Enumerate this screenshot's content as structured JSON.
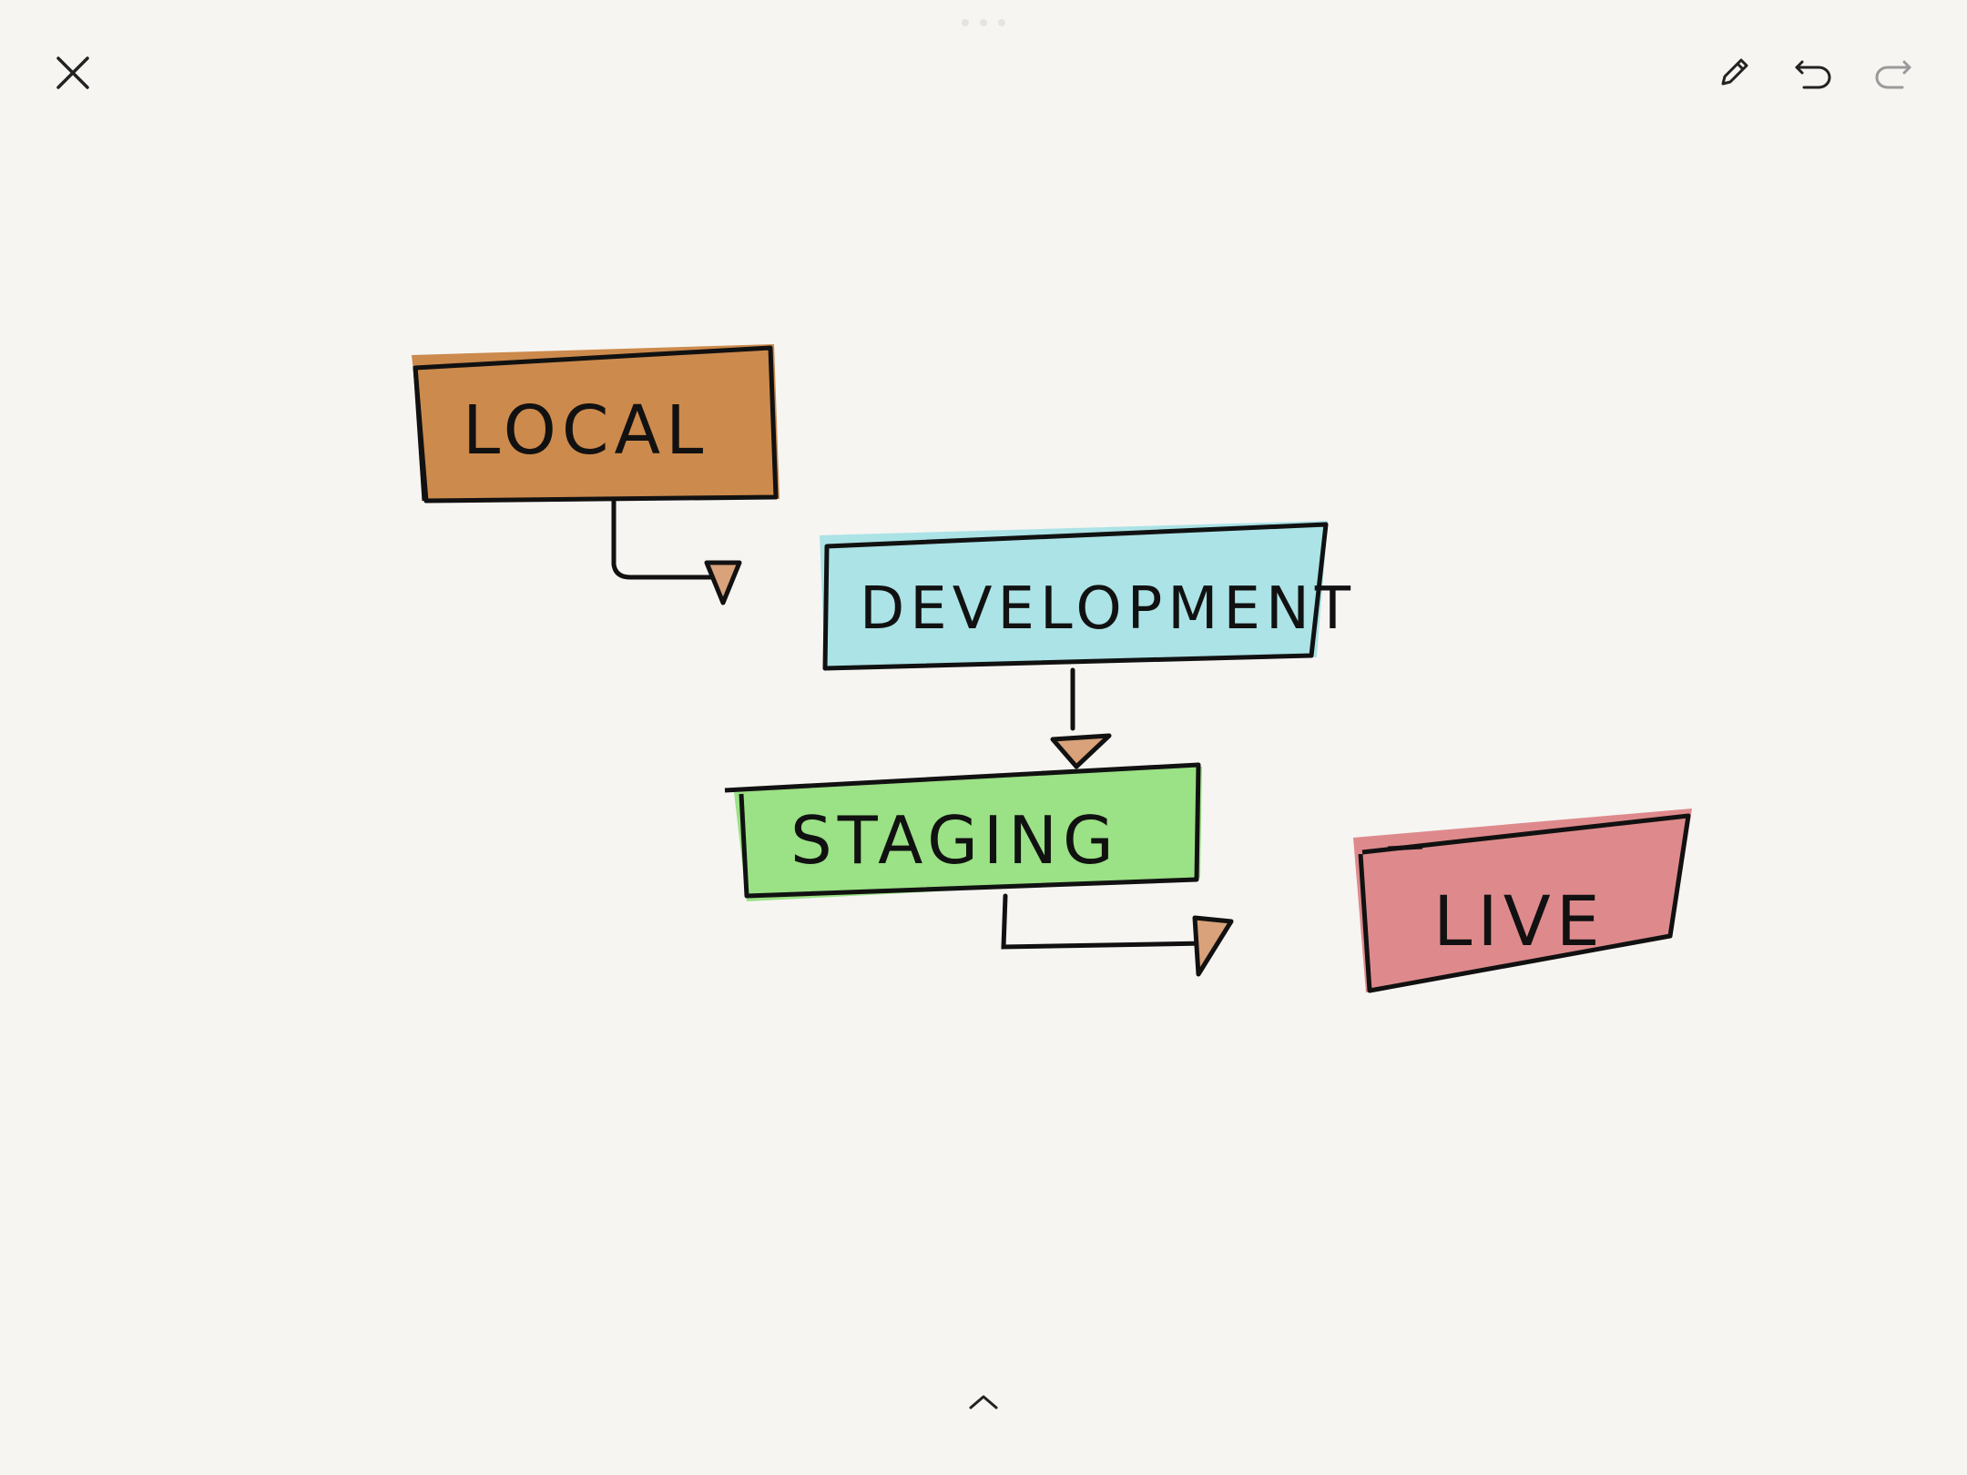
{
  "toolbar": {
    "close_icon": "close-icon",
    "pencil_icon": "pencil-icon",
    "undo_icon": "undo-icon",
    "redo_icon": "redo-icon",
    "expand_icon": "chevron-up-icon"
  },
  "diagram": {
    "nodes": [
      {
        "id": "local",
        "label": "LOCAL",
        "color": "#c8803e"
      },
      {
        "id": "development",
        "label": "DEVELOPMENT",
        "color": "#a6e2e5"
      },
      {
        "id": "staging",
        "label": "STAGING",
        "color": "#96df7e"
      },
      {
        "id": "live",
        "label": "LIVE",
        "color": "#dc8486"
      }
    ],
    "arrowhead_color": "#d9a27a"
  },
  "colors": {
    "background": "#f6f5f2",
    "ink": "#111111",
    "icon": "#222222",
    "icon_disabled": "#9a9a9a"
  }
}
